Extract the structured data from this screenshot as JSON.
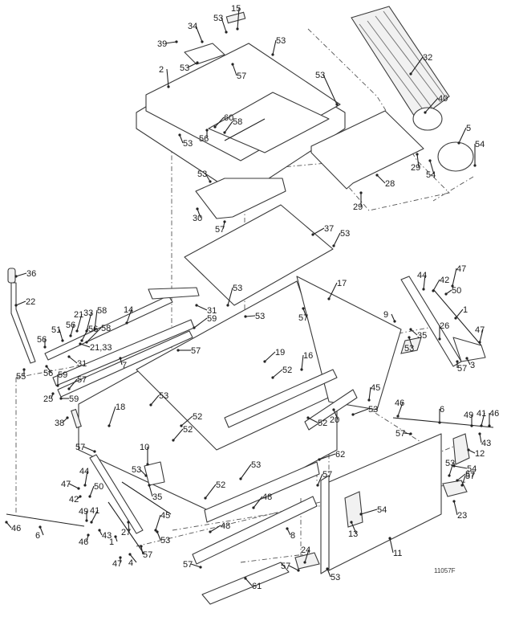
{
  "diagram": {
    "title": "Exploded parts view",
    "drawing_id": "11057F",
    "callouts": [
      {
        "label": "15"
      },
      {
        "label": "53"
      },
      {
        "label": "34"
      },
      {
        "label": "39"
      },
      {
        "label": "53"
      },
      {
        "label": "57"
      },
      {
        "label": "53"
      },
      {
        "label": "53"
      },
      {
        "label": "2"
      },
      {
        "label": "60"
      },
      {
        "label": "58"
      },
      {
        "label": "56"
      },
      {
        "label": "53"
      },
      {
        "label": "32"
      },
      {
        "label": "40"
      },
      {
        "label": "5"
      },
      {
        "label": "54"
      },
      {
        "label": "54"
      },
      {
        "label": "29"
      },
      {
        "label": "28"
      },
      {
        "label": "29"
      },
      {
        "label": "53"
      },
      {
        "label": "30"
      },
      {
        "label": "57"
      },
      {
        "label": "37"
      },
      {
        "label": "53"
      },
      {
        "label": "36"
      },
      {
        "label": "22"
      },
      {
        "label": "14"
      },
      {
        "label": "31"
      },
      {
        "label": "59"
      },
      {
        "label": "21"
      },
      {
        "label": "33"
      },
      {
        "label": "58"
      },
      {
        "label": "56"
      },
      {
        "label": "51"
      },
      {
        "label": "56"
      },
      {
        "label": "58"
      },
      {
        "label": "21,33"
      },
      {
        "label": "56"
      },
      {
        "label": "31"
      },
      {
        "label": "7"
      },
      {
        "label": "55"
      },
      {
        "label": "56"
      },
      {
        "label": "59"
      },
      {
        "label": "57"
      },
      {
        "label": "25"
      },
      {
        "label": "59"
      },
      {
        "label": "38"
      },
      {
        "label": "18"
      },
      {
        "label": "57"
      },
      {
        "label": "53"
      },
      {
        "label": "17"
      },
      {
        "label": "57"
      },
      {
        "label": "53"
      },
      {
        "label": "19"
      },
      {
        "label": "52"
      },
      {
        "label": "16"
      },
      {
        "label": "53"
      },
      {
        "label": "20"
      },
      {
        "label": "45"
      },
      {
        "label": "53"
      },
      {
        "label": "52"
      },
      {
        "label": "52"
      },
      {
        "label": "47"
      },
      {
        "label": "44"
      },
      {
        "label": "42"
      },
      {
        "label": "50"
      },
      {
        "label": "1"
      },
      {
        "label": "9"
      },
      {
        "label": "35"
      },
      {
        "label": "53"
      },
      {
        "label": "26"
      },
      {
        "label": "47"
      },
      {
        "label": "57"
      },
      {
        "label": "3"
      },
      {
        "label": "46"
      },
      {
        "label": "6"
      },
      {
        "label": "49"
      },
      {
        "label": "41"
      },
      {
        "label": "46"
      },
      {
        "label": "43"
      },
      {
        "label": "57"
      },
      {
        "label": "12"
      },
      {
        "label": "54"
      },
      {
        "label": "57"
      },
      {
        "label": "23"
      },
      {
        "label": "57"
      },
      {
        "label": "10"
      },
      {
        "label": "53"
      },
      {
        "label": "35"
      },
      {
        "label": "44"
      },
      {
        "label": "47"
      },
      {
        "label": "42"
      },
      {
        "label": "50"
      },
      {
        "label": "49"
      },
      {
        "label": "41"
      },
      {
        "label": "46"
      },
      {
        "label": "43"
      },
      {
        "label": "46"
      },
      {
        "label": "6"
      },
      {
        "label": "27"
      },
      {
        "label": "1"
      },
      {
        "label": "47"
      },
      {
        "label": "4"
      },
      {
        "label": "57"
      },
      {
        "label": "45"
      },
      {
        "label": "53"
      },
      {
        "label": "53"
      },
      {
        "label": "62"
      },
      {
        "label": "52"
      },
      {
        "label": "48"
      },
      {
        "label": "48"
      },
      {
        "label": "8"
      },
      {
        "label": "57"
      },
      {
        "label": "61"
      },
      {
        "label": "57"
      },
      {
        "label": "24"
      },
      {
        "label": "53"
      },
      {
        "label": "57"
      },
      {
        "label": "13"
      },
      {
        "label": "54"
      },
      {
        "label": "11"
      },
      {
        "label": "57"
      },
      {
        "label": "53"
      },
      {
        "label": "52"
      }
    ]
  }
}
